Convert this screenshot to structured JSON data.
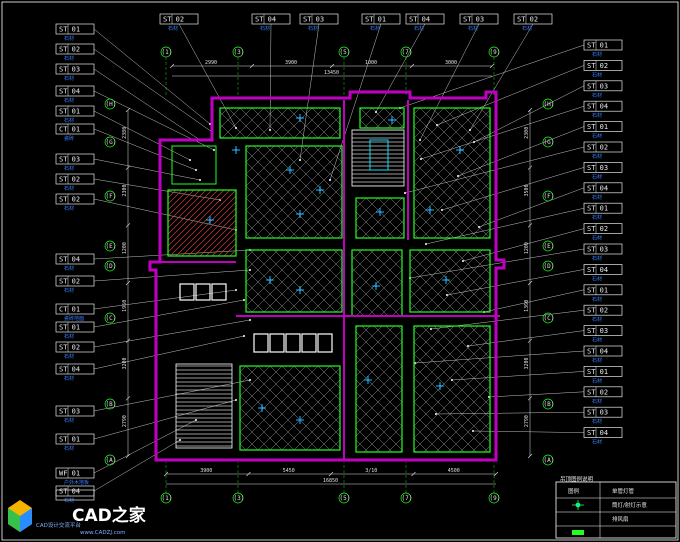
{
  "colors": {
    "background": "#000000",
    "wall": "#c000c0",
    "green": "#20ff20",
    "cyan": "#00e5ff",
    "blue": "#3a7dff",
    "leader": "#d8d8d8",
    "tag_border": "#e8e8e8"
  },
  "legend": {
    "title": "吊顶图例说明",
    "header": "图例",
    "rows": [
      "单管灯管",
      "筒灯/射灯示意",
      "排风扇"
    ]
  },
  "logo": {
    "brand": "CAD之家",
    "url": "www.CADZJ.com",
    "slogan": "CAD设计交流平台"
  },
  "dimensions": {
    "top": [
      "2990",
      "3900",
      "1000",
      "3000"
    ],
    "top_total": "13450",
    "bottom": [
      "3900",
      "5450",
      "3/10",
      "4500"
    ],
    "bottom_total": "16850",
    "left": [
      "2380",
      "2300",
      "1200",
      "1960",
      "3200",
      "2790"
    ],
    "right": [
      "2300",
      "3500",
      "1200",
      "1360",
      "3200",
      "2790"
    ]
  },
  "grid_axes": {
    "columns": [
      "(1)",
      "(3)",
      "(5)",
      "(7)",
      "(9)"
    ],
    "rows": [
      "(A)",
      "(B)",
      "(C)",
      "(D)",
      "(E)",
      "(F)",
      "(G)",
      "(H)"
    ]
  },
  "tags": {
    "top": [
      {
        "code": "ST 02",
        "sub": "石材"
      },
      {
        "code": "ST 04",
        "sub": "石材"
      },
      {
        "code": "ST 03",
        "sub": "石材"
      },
      {
        "code": "ST 01",
        "sub": "石材"
      },
      {
        "code": "ST 04",
        "sub": "石材"
      },
      {
        "code": "ST 03",
        "sub": "石材"
      },
      {
        "code": "ST 02",
        "sub": "石材"
      }
    ],
    "left": [
      {
        "code": "ST 01",
        "sub": "石材"
      },
      {
        "code": "ST 02",
        "sub": "石材"
      },
      {
        "code": "ST 03",
        "sub": "石材"
      },
      {
        "code": "ST 04",
        "sub": "石材"
      },
      {
        "code": "ST 01",
        "sub": "石材"
      },
      {
        "code": "CT 01",
        "sub": "瓷砖"
      },
      {
        "code": "ST 03",
        "sub": "石材"
      },
      {
        "code": "ST 02",
        "sub": "石材"
      },
      {
        "code": "ST 02",
        "sub": "石材"
      },
      {
        "code": "ST 04",
        "sub": "石材"
      },
      {
        "code": "ST 02",
        "sub": "石材"
      },
      {
        "code": "CT 01",
        "sub": "瓷砖地面"
      },
      {
        "code": "ST 01",
        "sub": "石材"
      },
      {
        "code": "ST 02",
        "sub": "石材"
      },
      {
        "code": "ST 04",
        "sub": "石材"
      },
      {
        "code": "ST 03",
        "sub": "石材"
      },
      {
        "code": "ST 01",
        "sub": "石材"
      },
      {
        "code": "WF 01",
        "sub": "户外木地板"
      },
      {
        "code": "ST 04",
        "sub": "石材"
      }
    ],
    "right": [
      {
        "code": "ST 01",
        "sub": "石材"
      },
      {
        "code": "ST 02",
        "sub": "石材"
      },
      {
        "code": "ST 03",
        "sub": "石材"
      },
      {
        "code": "ST 04",
        "sub": "石材"
      },
      {
        "code": "ST 01",
        "sub": "石材"
      },
      {
        "code": "ST 02",
        "sub": "石材"
      },
      {
        "code": "ST 03",
        "sub": "石材"
      },
      {
        "code": "ST 04",
        "sub": "石材"
      },
      {
        "code": "ST 01",
        "sub": "石材"
      },
      {
        "code": "ST 02",
        "sub": "石材"
      },
      {
        "code": "ST 03",
        "sub": "石材"
      },
      {
        "code": "ST 04",
        "sub": "石材"
      },
      {
        "code": "ST 01",
        "sub": "石材"
      },
      {
        "code": "ST 02",
        "sub": "石材"
      },
      {
        "code": "ST 03",
        "sub": "石材"
      },
      {
        "code": "ST 04",
        "sub": "石材"
      },
      {
        "code": "ST 01",
        "sub": "石材"
      },
      {
        "code": "ST 02",
        "sub": "石材"
      },
      {
        "code": "ST 03",
        "sub": "石材"
      },
      {
        "code": "ST 04",
        "sub": "石材"
      }
    ]
  }
}
